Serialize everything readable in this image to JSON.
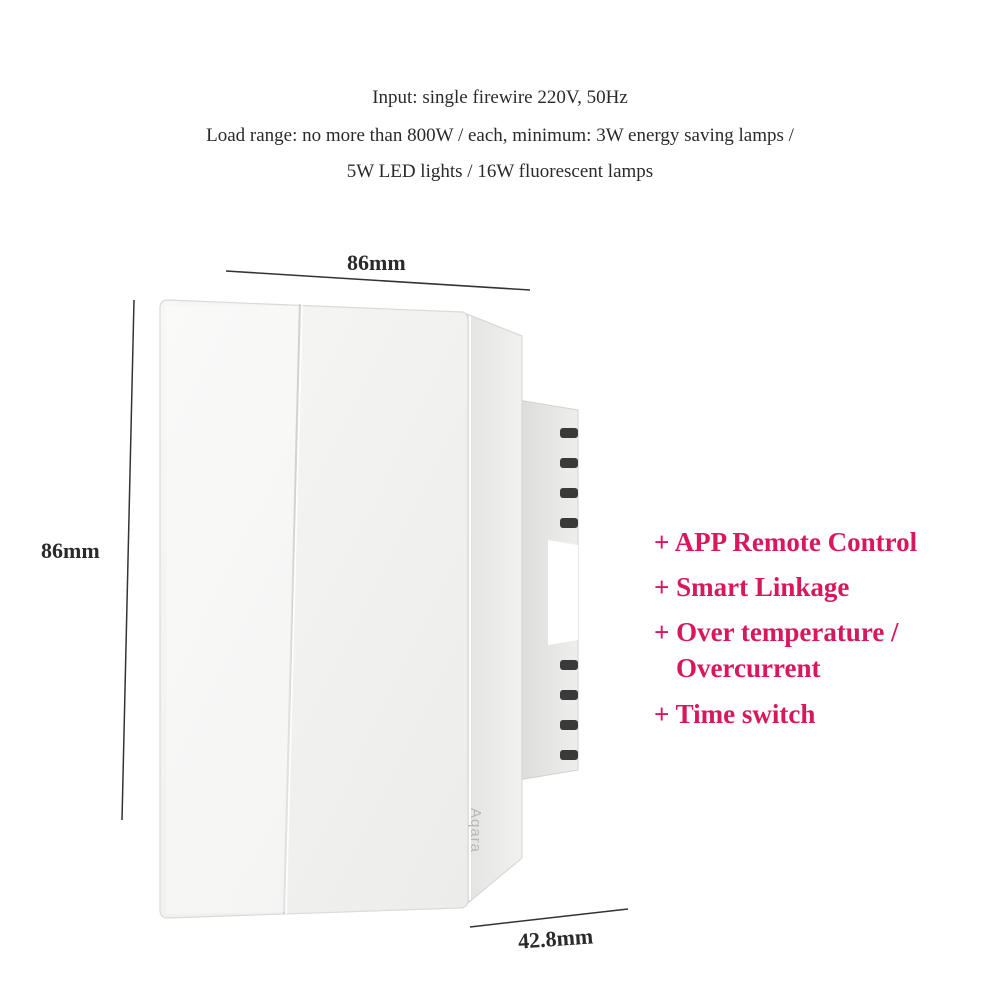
{
  "specs": {
    "input": "Input: single firewire 220V, 50Hz",
    "load_line1": "Load range: no more than 800W / each, minimum: 3W energy saving lamps /",
    "load_line2": "5W LED lights / 16W fluorescent lamps"
  },
  "dimensions": {
    "width": "86mm",
    "height": "86mm",
    "depth": "42.8mm"
  },
  "product": {
    "brand_mark": "Aqara"
  },
  "features": [
    "+ APP Remote Control",
    "+ Smart Linkage",
    "+ Over temperature /",
    "Overcurrent",
    "+ Time switch"
  ],
  "colors": {
    "feature_text": "#d8175c",
    "panel": "#f4f4f2"
  }
}
